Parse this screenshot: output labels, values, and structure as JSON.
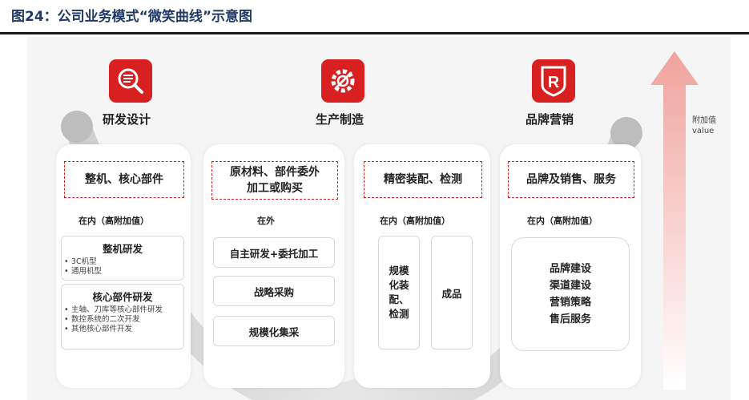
{
  "figure": {
    "title": "图24：公司业务模式“微笑曲线”示意图"
  },
  "axis": {
    "value_label": "附加值",
    "value_label_en": "value"
  },
  "stages": [
    {
      "name": "研发设计",
      "icon": "magnifier-document-icon",
      "tag": "整机、核心部件",
      "scope": "在内（高附加值）",
      "boxes": [
        {
          "title": "整机研发",
          "items": [
            "3C机型",
            "通用机型"
          ]
        },
        {
          "title": "核心部件研发",
          "items": [
            "主轴、刀库等核心部件研发",
            "数控系统的二次开发",
            "其他核心部件开发"
          ]
        }
      ]
    },
    {
      "name": "生产制造",
      "icon": "gear-wrench-icon",
      "tag_line1": "原材料、部件委外",
      "tag_line2": "加工或购买",
      "scope": "在外",
      "activities": [
        "自主研发+委托加工",
        "战略采购",
        "规模化集采"
      ]
    },
    {
      "name": "",
      "icon": "",
      "tag": "精密装配、检测",
      "scope": "在内（高附加值）",
      "col1": [
        "规模",
        "化装",
        "配、",
        "检测"
      ],
      "col2": "成品"
    },
    {
      "name": "品牌营销",
      "icon": "r-shield-icon",
      "tag": "品牌及销售、服务",
      "scope": "在内（高附加值）",
      "items": [
        "品牌建设",
        "渠道建设",
        "营销策略",
        "售后服务"
      ]
    }
  ]
}
